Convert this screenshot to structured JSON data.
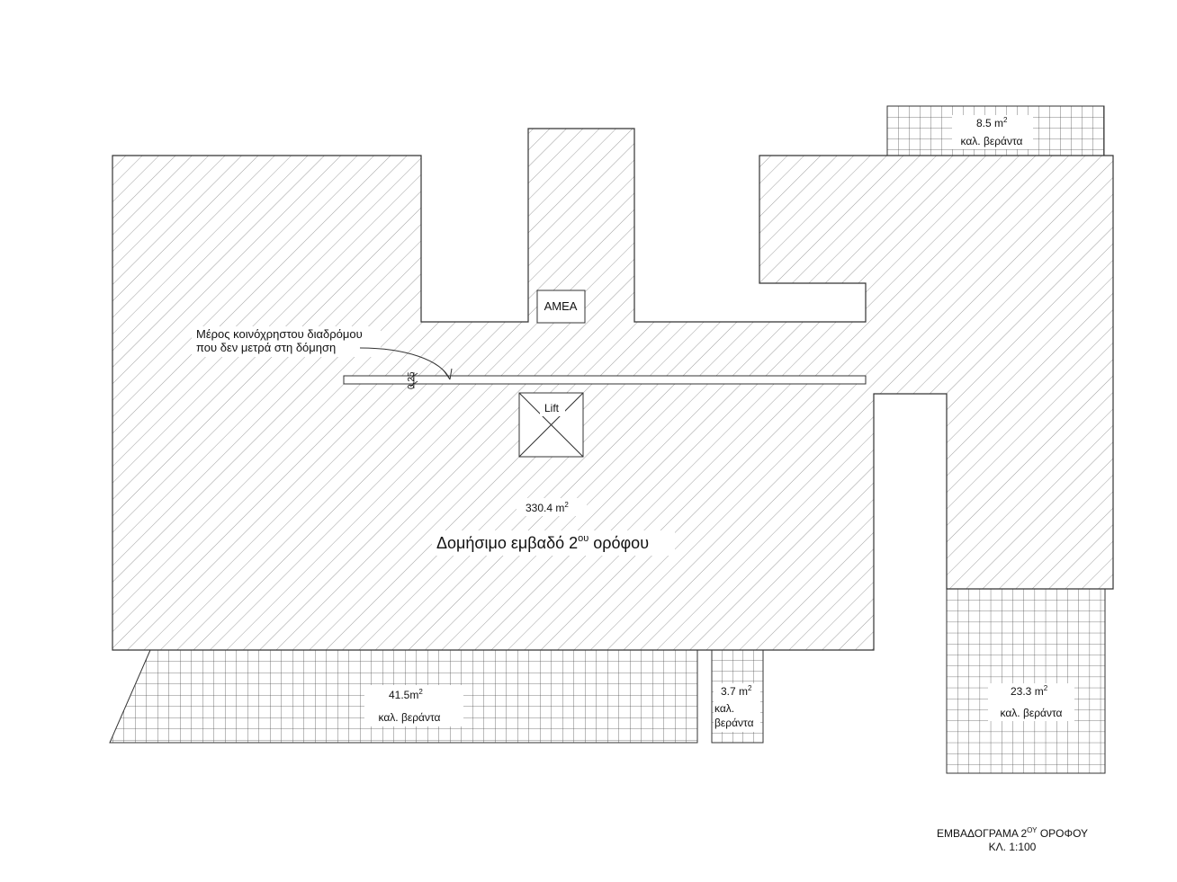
{
  "plan": {
    "main_area": "330.4 m",
    "main_area_sup": "2",
    "main_label_pre": "Δομήσιμο εμβαδό 2",
    "main_label_sup": "ου",
    "main_label_post": " ορόφου",
    "amea": "ΑΜΕΑ",
    "lift": "Lift",
    "corridor_note_line1": "Μέρος κοινόχρηστου διαδρόμου",
    "corridor_note_line2": "που δεν μετρά στη δόμηση",
    "corridor_width": "0.25"
  },
  "balconies": [
    {
      "area": "8.5 m",
      "sup": "2",
      "label": "καλ. βεράντα"
    },
    {
      "area": "41.5m",
      "sup": "2",
      "label": "καλ. βεράντα"
    },
    {
      "area": "3.7 m",
      "sup": "2",
      "label1": "καλ.",
      "label2": "βεράντα"
    },
    {
      "area": "23.3 m",
      "sup": "2",
      "label": "καλ. βεράντα"
    }
  ],
  "title_block": {
    "title_pre": "ΕΜΒΑΔΟΓΡΑΜΑ 2",
    "title_sup": "ΟΥ",
    "title_post": " ΟΡΟΦΟΥ",
    "scale": "ΚΛ. 1:100"
  },
  "colors": {
    "hatch": "#9a9a9a",
    "line": "#333333",
    "grid": "#555555"
  }
}
